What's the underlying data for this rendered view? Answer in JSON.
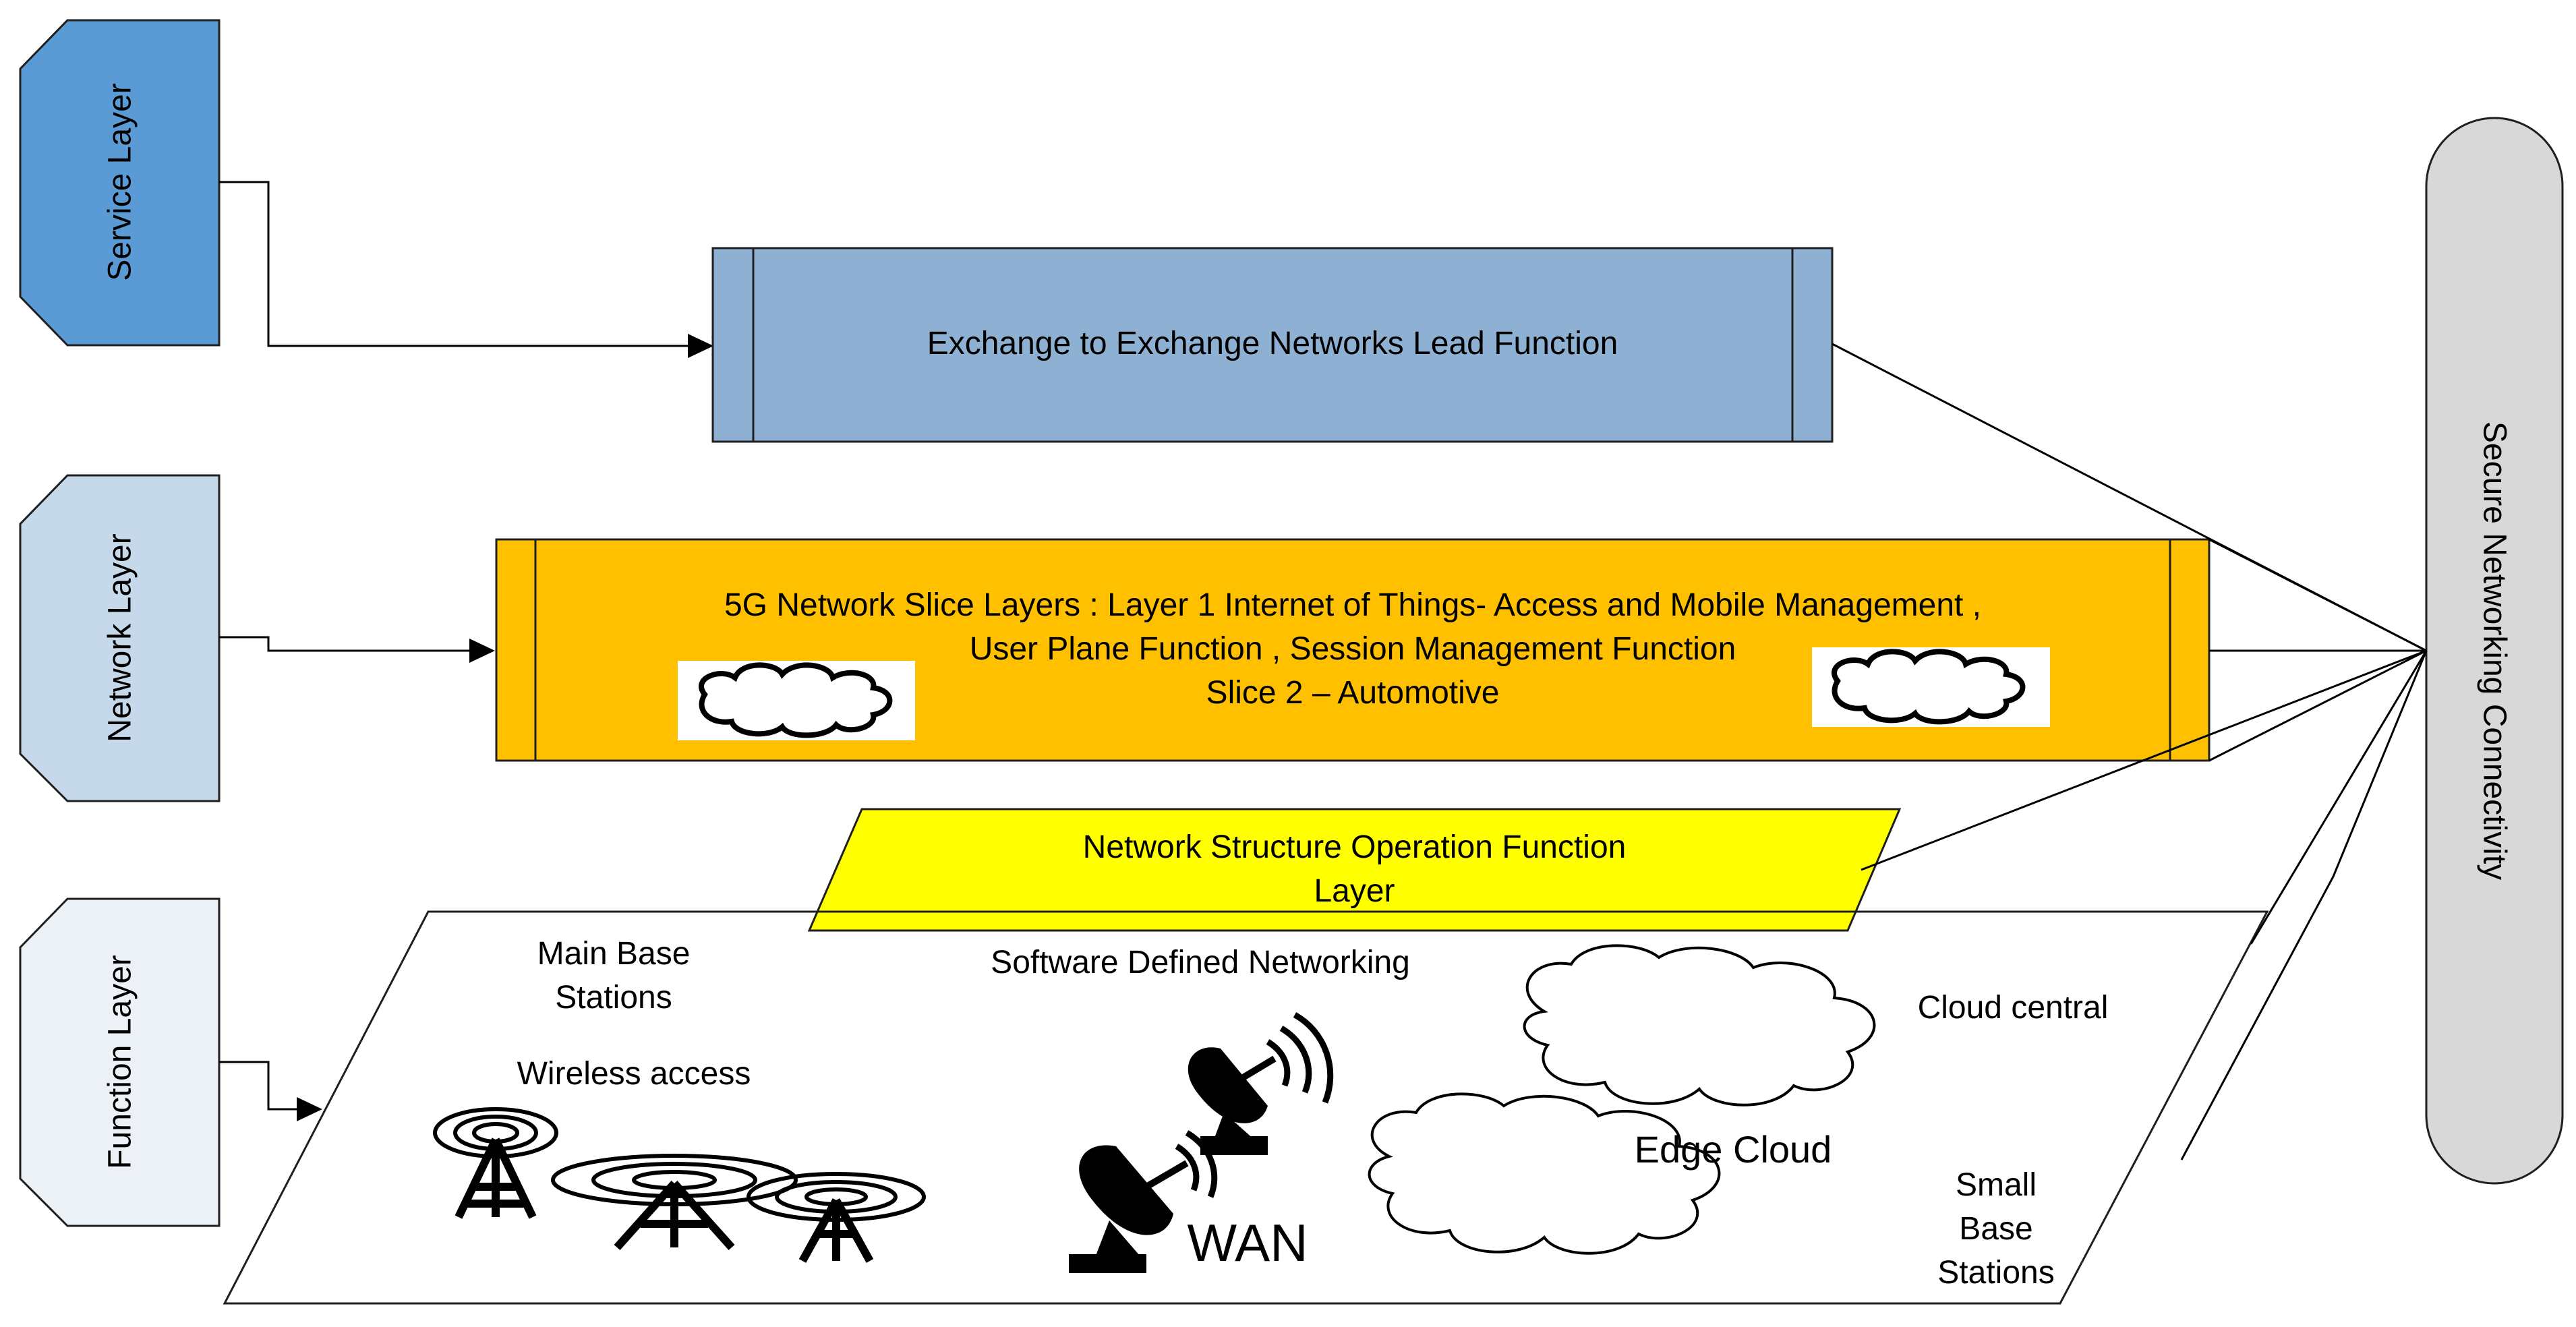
{
  "layers": {
    "service": "Service Layer",
    "network": "Network Layer",
    "function": "Function Layer"
  },
  "boxes": {
    "exchange": "Exchange to Exchange Networks Lead Function",
    "slice_line1": "5G Network Slice Layers  : Layer 1  Internet of Things-        Access and Mobile Management ,",
    "slice_line2": "User Plane Function , Session Management Function",
    "slice_line3": "Slice 2 – Automotive",
    "nsof_line1": "Network Structure Operation Function",
    "nsof_line2": "Layer"
  },
  "connectivity": "Secure Networking Connectivity",
  "plane": {
    "main_base": "Main Base",
    "stations": "Stations",
    "wireless": "Wireless access",
    "sdn": "Software Defined Networking",
    "cloud_central": "Cloud central",
    "edge_cloud": "Edge Cloud",
    "wan": "WAN",
    "small": "Small",
    "base": "Base",
    "small_stations": "Stations"
  },
  "icons": [
    "tower-icon",
    "tower-icon",
    "tower-icon",
    "satellite-dish-icon",
    "satellite-dish-icon",
    "cloud-icon",
    "cloud-icon",
    "cloud-icon",
    "cloud-icon"
  ],
  "colors": {
    "service_layer": "#5B9BD5",
    "network_layer": "#C6D9EA",
    "function_layer": "#ECF1F7",
    "exchange_box": "#8EB1D3",
    "slice_box": "#FFC000",
    "nsof_box": "#FFFF00",
    "connectivity": "#D8D8D8"
  }
}
